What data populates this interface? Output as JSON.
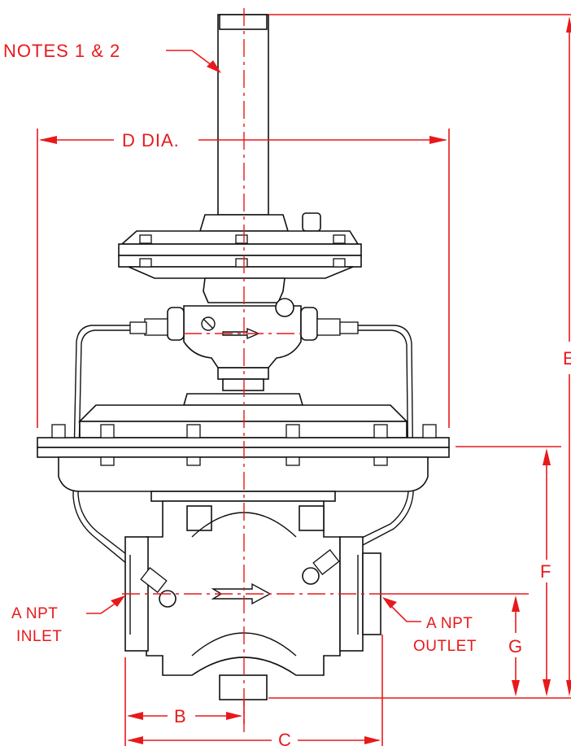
{
  "labels": {
    "notes": "NOTES 1 & 2",
    "d_dia": "D DIA.",
    "e": "E",
    "f": "F",
    "g": "G",
    "b": "B",
    "c": "C",
    "inlet_line1": "A NPT",
    "inlet_line2": "INLET",
    "outlet_line1": "A NPT",
    "outlet_line2": "OUTLET"
  },
  "colors": {
    "dimension": "#e8191b",
    "linework": "#111111"
  }
}
